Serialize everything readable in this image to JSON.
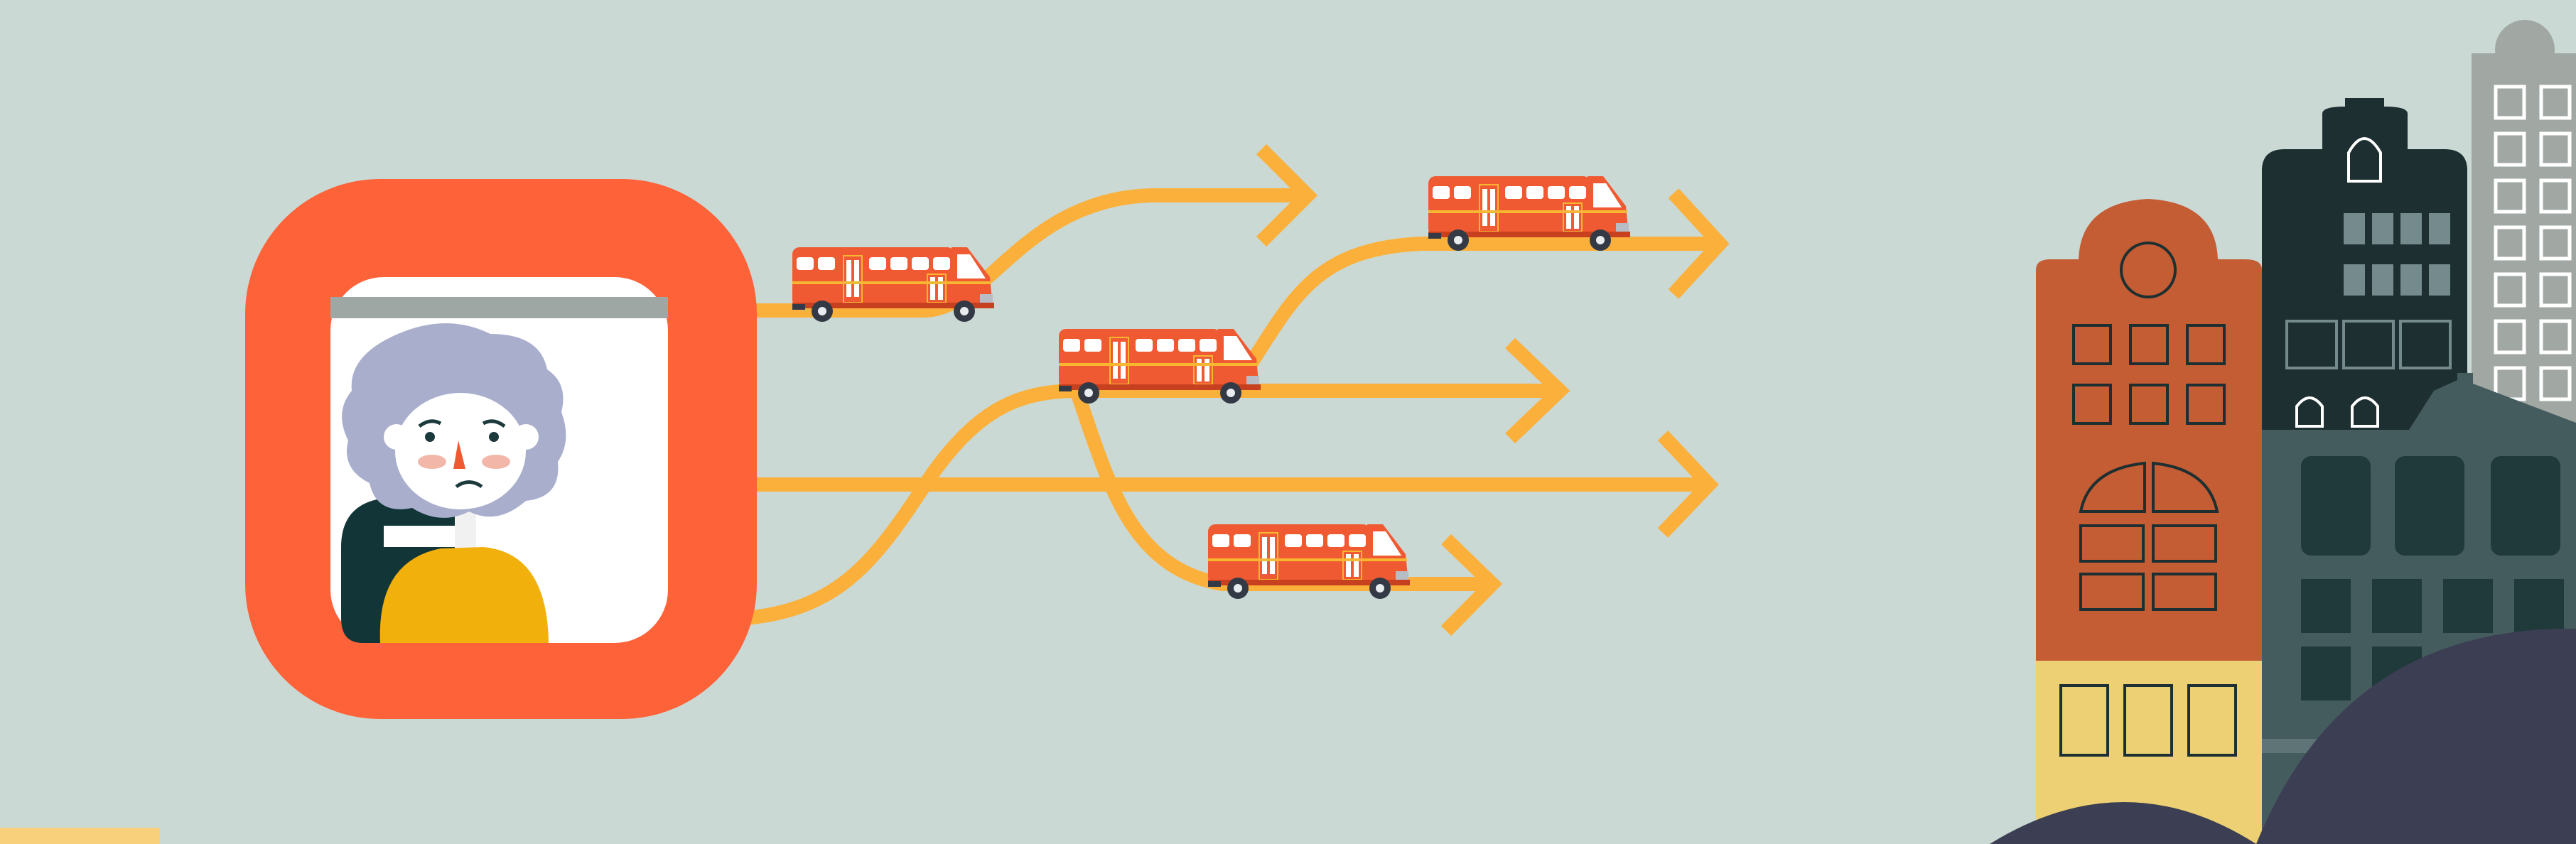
{
  "scene": {
    "colors": {
      "background": "#cad9d4",
      "frame": "#fe6239",
      "route": "#fbb03b",
      "bus_body": "#f05a32",
      "bus_stripe": "#f7b731",
      "building_orange": "#c45c34",
      "building_yellow": "#ecd073",
      "building_dark": "#1d2f31",
      "building_slate": "#455c5f",
      "building_gray": "#a1a8a4",
      "hill": "#3c3f53",
      "hair": "#a9aecd",
      "sweater": "#f2b00d"
    },
    "icons": [
      "worried-passenger",
      "bus-icon",
      "route-arrow",
      "city-buildings"
    ]
  }
}
